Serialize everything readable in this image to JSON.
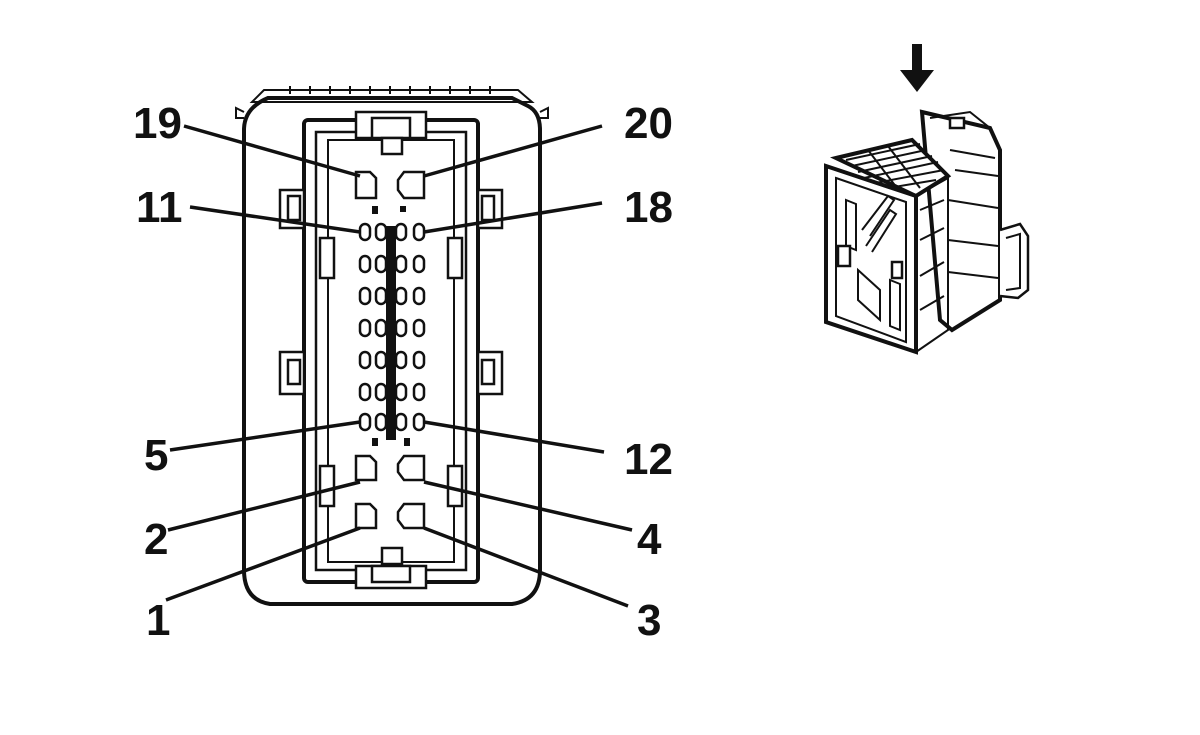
{
  "pin_labels": {
    "p19": "19",
    "p20": "20",
    "p11": "11",
    "p18": "18",
    "p5": "5",
    "p12": "12",
    "p2": "2",
    "p4": "4",
    "p1": "1",
    "p3": "3"
  },
  "colors": {
    "line": "#111111",
    "background": "#ffffff"
  },
  "icons": {
    "insertion_direction": "down-arrow-icon"
  }
}
